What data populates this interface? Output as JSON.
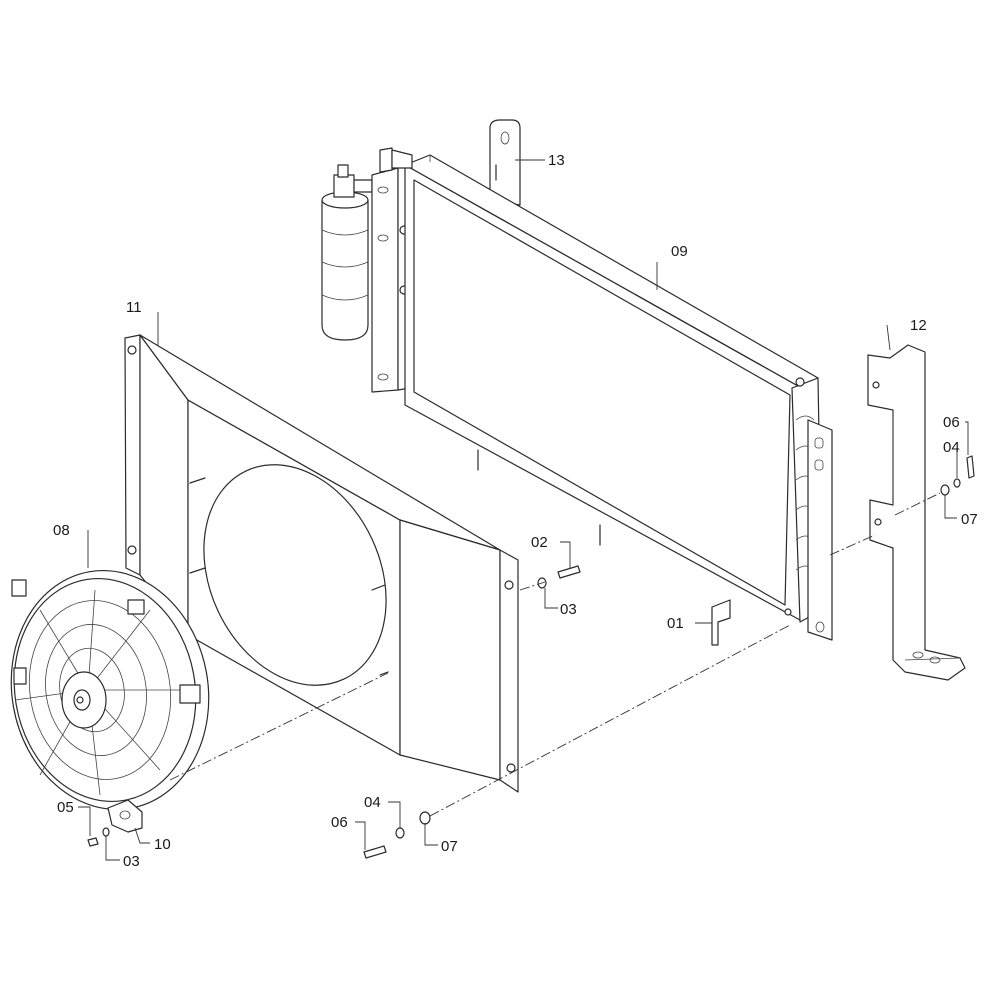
{
  "callouts": {
    "p01": "01",
    "p02": "02",
    "p03a": "03",
    "p03b": "03",
    "p04a": "04",
    "p04b": "04",
    "p05": "05",
    "p06a": "06",
    "p06b": "06",
    "p07a": "07",
    "p07b": "07",
    "p08": "08",
    "p09": "09",
    "p10": "10",
    "p11": "11",
    "p12": "12",
    "p13": "13"
  },
  "colors": {
    "line": "#2b2b2b",
    "background": "#ffffff",
    "shade": "#e9e9e9"
  }
}
